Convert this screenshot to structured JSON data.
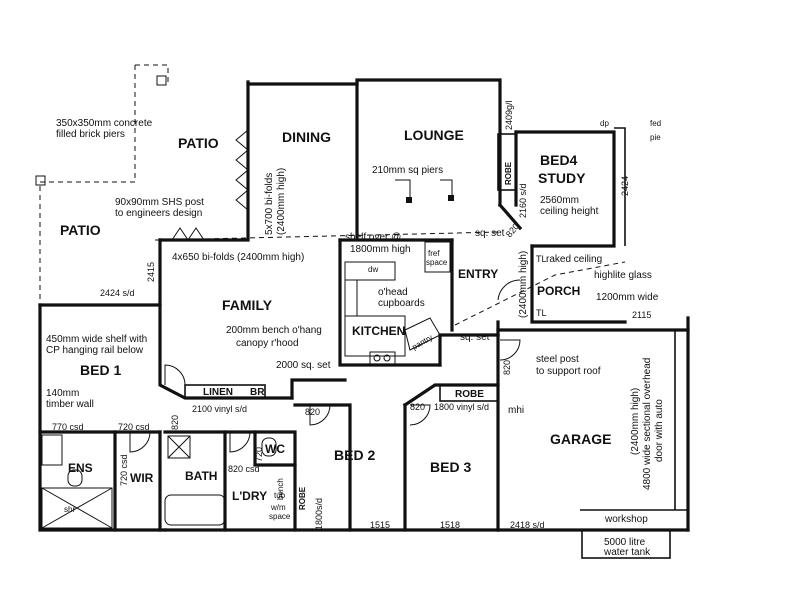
{
  "rooms": {
    "patio_top": "PATIO",
    "patio_left": "PATIO",
    "dining": "DINING",
    "lounge": "LOUNGE",
    "bed4_study_line1": "BED4",
    "bed4_study_line2": "STUDY",
    "family": "FAMILY",
    "kitchen": "KITCHEN",
    "entry": "ENTRY",
    "porch": "PORCH",
    "bed1": "BED 1",
    "ens": "ENS",
    "wir": "WIR",
    "bath": "BATH",
    "wc": "WC",
    "ldry": "L'DRY",
    "bed2": "BED 2",
    "bed3": "BED 3",
    "garage": "GARAGE",
    "linen": "LINEN",
    "br": "BR",
    "robe_study": "ROBE",
    "robe_bed3": "ROBE",
    "robe_bed2": "ROBE"
  },
  "notes": {
    "piers_line1": "350x350mm concrete",
    "piers_line2": "filled brick piers",
    "post_line1": "90x90mm SHS post",
    "post_line2": "to engineers design",
    "bifolds_dining_line1": "5x700 bi-folds",
    "bifolds_dining_line2": "(2400mm high)",
    "sq_piers": "210mm sq piers",
    "study_ceiling_line1": "2560mm",
    "study_ceiling_line2": "ceiling height",
    "shelf_over": "shelf over @",
    "shelf_height": "1800mm high",
    "sq_set_top": "sq. set",
    "bifolds_family": "4x650 bi-folds (2400mm high)",
    "fridge_line1": "fref",
    "fridge_line2": "space",
    "dw": "dw",
    "ohead_line1": "o'head",
    "ohead_line2": "cupboards",
    "raked_ceiling": "raked ceiling",
    "highlite_glass": "highlite glass",
    "porch_wide": "1200mm wide",
    "entry_height": "(2400mm high)",
    "shelf_bed1_line1": "450mm wide shelf with",
    "shelf_bed1_line2": "CP hanging rail below",
    "bench_ohang": "200mm bench o'hang",
    "canopy": "canopy r'hood",
    "pantry": "pantry",
    "sq_set_kitchen": "sq. set",
    "sq_set_family": "2000 sq. set",
    "timber_wall_line1": "140mm",
    "timber_wall_line2": "timber wall",
    "steel_post_line1": "steel post",
    "steel_post_line2": "to support roof",
    "garage_door_line1": "(2400mm high)",
    "garage_door_line2": "4800 wide sectional overhead",
    "garage_door_line3": "door with auto",
    "workshop": "workshop",
    "tank_line1": "5000 litre",
    "tank_line2": "water tank",
    "mhi": "mhi",
    "shr": "shr",
    "bench": "bench",
    "tub": "tub",
    "wm_space_line1": "w/m",
    "wm_space_line2": "space",
    "dp": "dp",
    "fed": "fed",
    "pie": "pie"
  },
  "dims": {
    "d2424_sd": "2424 s/d",
    "d2415": "2415",
    "d2409": "2409g/l",
    "d2424_side": "2424",
    "d2160": "2160 s/d",
    "d820_study": "820",
    "d2115": "2115",
    "d820_entry": "820",
    "d2100_vinyl": "2100 vinyl s/d",
    "d820_family": "820",
    "d1800_vinyl": "1800 vinyl s/d",
    "d820_bed2": "820",
    "d820_bed3": "820",
    "d770_csd": "770 csd",
    "d720_csd": "720 csd",
    "d720_wir": "720 csd",
    "d820_bath": "820 csd",
    "d720_wc": "720",
    "d1800s": "1800s/d",
    "d1515": "1515",
    "d1518": "1518",
    "d2418": "2418 s/d",
    "tl1": "TL",
    "tl2": "TL"
  }
}
